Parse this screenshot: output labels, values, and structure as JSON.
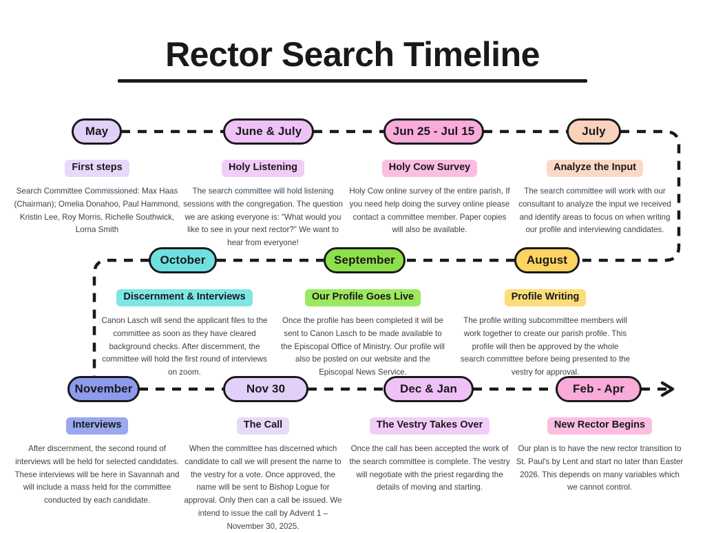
{
  "title": "Rector Search Timeline",
  "colors": {
    "ink": "#19181a",
    "body_text": "#3f3d46",
    "lavender": "#e3d0f8",
    "lavender_tag": "#e7d9fa",
    "orchid": "#efc2f7",
    "orchid_tag": "#f3cdf9",
    "pink": "#f9abd9",
    "pink_tag": "#fbbde2",
    "peach": "#fad2bc",
    "peach_tag": "#fbd9c6",
    "yellow": "#fcd462",
    "yellow_tag": "#fcdd7a",
    "green": "#8ee04b",
    "green_tag": "#9ce85e",
    "cyan": "#6fe0e0",
    "cyan_tag": "#7fe6e6",
    "periwinkle": "#8c9bec",
    "periwinkle_tag": "#9aa8ef"
  },
  "rows": [
    {
      "direction": "left-to-right",
      "items": [
        {
          "pill_label": "May",
          "tag_label": "First steps",
          "description": "Search Committee Commissioned: Max Haas (Chairman); Omelia Donahoo, Paul Hammond, Kristin Lee, Roy Morris, Richelle Southwick, Lorna Smith",
          "pill_color": "lavender",
          "tag_color": "lavender_tag"
        },
        {
          "pill_label": "June & July",
          "tag_label": "Holy Listening",
          "description": "The search committee will hold listening sessions with the congregation.  The question we are asking everyone is: \"What would you like to see in your next rector?\" We want to hear from everyone!",
          "pill_color": "orchid",
          "tag_color": "orchid_tag"
        },
        {
          "pill_label": "Jun 25 - Jul 15",
          "tag_label": "Holy Cow Survey",
          "description": "Holy Cow online survey of the entire parish, If you need help doing the survey online please contact a committee member. Paper copies will also be available.",
          "pill_color": "pink",
          "tag_color": "pink_tag"
        },
        {
          "pill_label": "July",
          "tag_label": "Analyze the Input",
          "description": "The search committee will work with our consultant to analyze the input we received and identify areas to focus on when writing our profile and interviewing candidates.",
          "pill_color": "peach",
          "tag_color": "peach_tag"
        }
      ]
    },
    {
      "direction": "right-to-left",
      "items": [
        {
          "pill_label": "October",
          "tag_label": "Discernment & Interviews",
          "description": "Canon Lasch will send the applicant files to the committee as soon as they have cleared background checks. After discernment, the committee will hold the first round of interviews on zoom.",
          "pill_color": "cyan",
          "tag_color": "cyan_tag"
        },
        {
          "pill_label": "September",
          "tag_label": "Our Profile Goes Live",
          "description": "Once the profile has been completed it will be sent to Canon Lasch to be made available to the Episcopal Office of Ministry. Our profile will also be posted on our website and the Episcopal News Service.",
          "pill_color": "green",
          "tag_color": "green_tag"
        },
        {
          "pill_label": "August",
          "tag_label": "Profile Writing",
          "description": "The profile writing subcommittee members will work together to create our parish profile. This profile will then be approved by the whole search committee before being presented to the vestry for approval.",
          "pill_color": "yellow",
          "tag_color": "yellow_tag"
        }
      ]
    },
    {
      "direction": "left-to-right",
      "items": [
        {
          "pill_label": "November",
          "tag_label": "Interviews",
          "description": "After discernment, the second round of interviews will be held for selected candidates.  These interviews will be here in Savannah and will include a mass held for the committee conducted by each candidate.",
          "pill_color": "periwinkle",
          "tag_color": "periwinkle_tag"
        },
        {
          "pill_label": "Nov 30",
          "tag_label": "The Call",
          "description": "When the committee has discerned which candidate to call we will present the name to the vestry for a vote.  Once approved, the name will be sent to Bishop Logue for approval.  Only then can a call be issued. We intend to issue the call by Advent 1 – November 30, 2025.",
          "pill_color": "lavender",
          "tag_color": "lavender_tag"
        },
        {
          "pill_label": "Dec & Jan",
          "tag_label": "The Vestry Takes Over",
          "description": "Once the call has been accepted the work of the search committee is complete.  The vestry will negotiate with the priest regarding the details of moving and starting.",
          "pill_color": "orchid",
          "tag_color": "orchid_tag"
        },
        {
          "pill_label": "Feb - Apr",
          "tag_label": "New Rector Begins",
          "description": "Our plan is to have the new rector transition to St. Paul's by Lent and start no later than Easter 2026. This depends on many variables which we cannot control.",
          "pill_color": "pink",
          "tag_color": "pink_tag"
        }
      ]
    }
  ]
}
